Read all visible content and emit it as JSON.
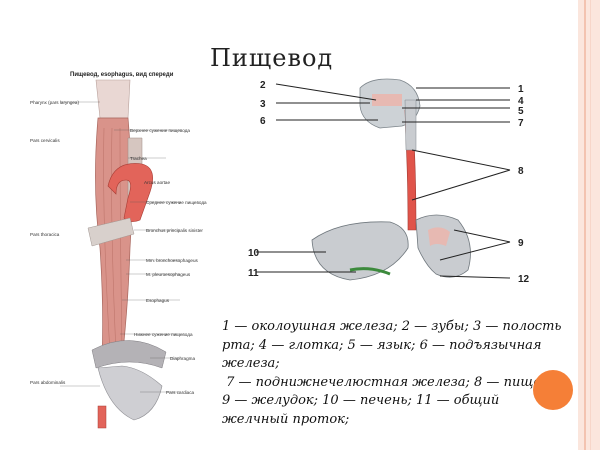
{
  "slide": {
    "title": "Пищевод"
  },
  "left_figure": {
    "caption": "Пищевод, esophagus, вид спереди",
    "labels": {
      "pharynx": "Pharynx (pars laryngea)",
      "pars_cervicalis": "Pars cervicalis",
      "upper_narrowing": "Верхнее сужение пищевода",
      "trachea": "Trachea",
      "arcus_aortae": "Arcus aortae",
      "middle_narrowing": "Среднее сужение пищевода",
      "pars_thoracica": "Pars thoracica",
      "bronchus": "Bronchus principalis sinister",
      "m_broncho": "Mm. bronchoesophageus",
      "m_pleuro": "M. pleuroesophageus",
      "esophagus": "Esophagus",
      "lower_narrowing": "Нижнее сужение пищевода",
      "diaphragma": "Diaphragma",
      "pars_abdominalis": "Pars abdominalis",
      "pars_cardiaca": "Pars cardiaca"
    }
  },
  "right_figure": {
    "numbers": {
      "n1": "1",
      "n2": "2",
      "n3": "3",
      "n4": "4",
      "n5": "5",
      "n6": "6",
      "n7": "7",
      "n8": "8",
      "n9": "9",
      "n10": "10",
      "n11": "11",
      "n12": "12"
    }
  },
  "caption": {
    "line1": "1 — околоушная железа; 2 — зубы; 3 — полость",
    "line2": "рта; 4 — глотка; 5 — язык; 6 — подъязычная",
    "line3": "железа;",
    "line4": " 7 — поднижнечелюстная железа; 8 — пищевод;",
    "line5": "9 — желудок; 10 — печень; 11 — общий",
    "line6": "желчный проток;"
  },
  "colors": {
    "accent_orange": "#f57f37",
    "border_peach": "#fbe6dd",
    "muscle_pink": "#d9938a",
    "aorta_red": "#e2645a",
    "organ_gray": "#c9ccd0"
  }
}
